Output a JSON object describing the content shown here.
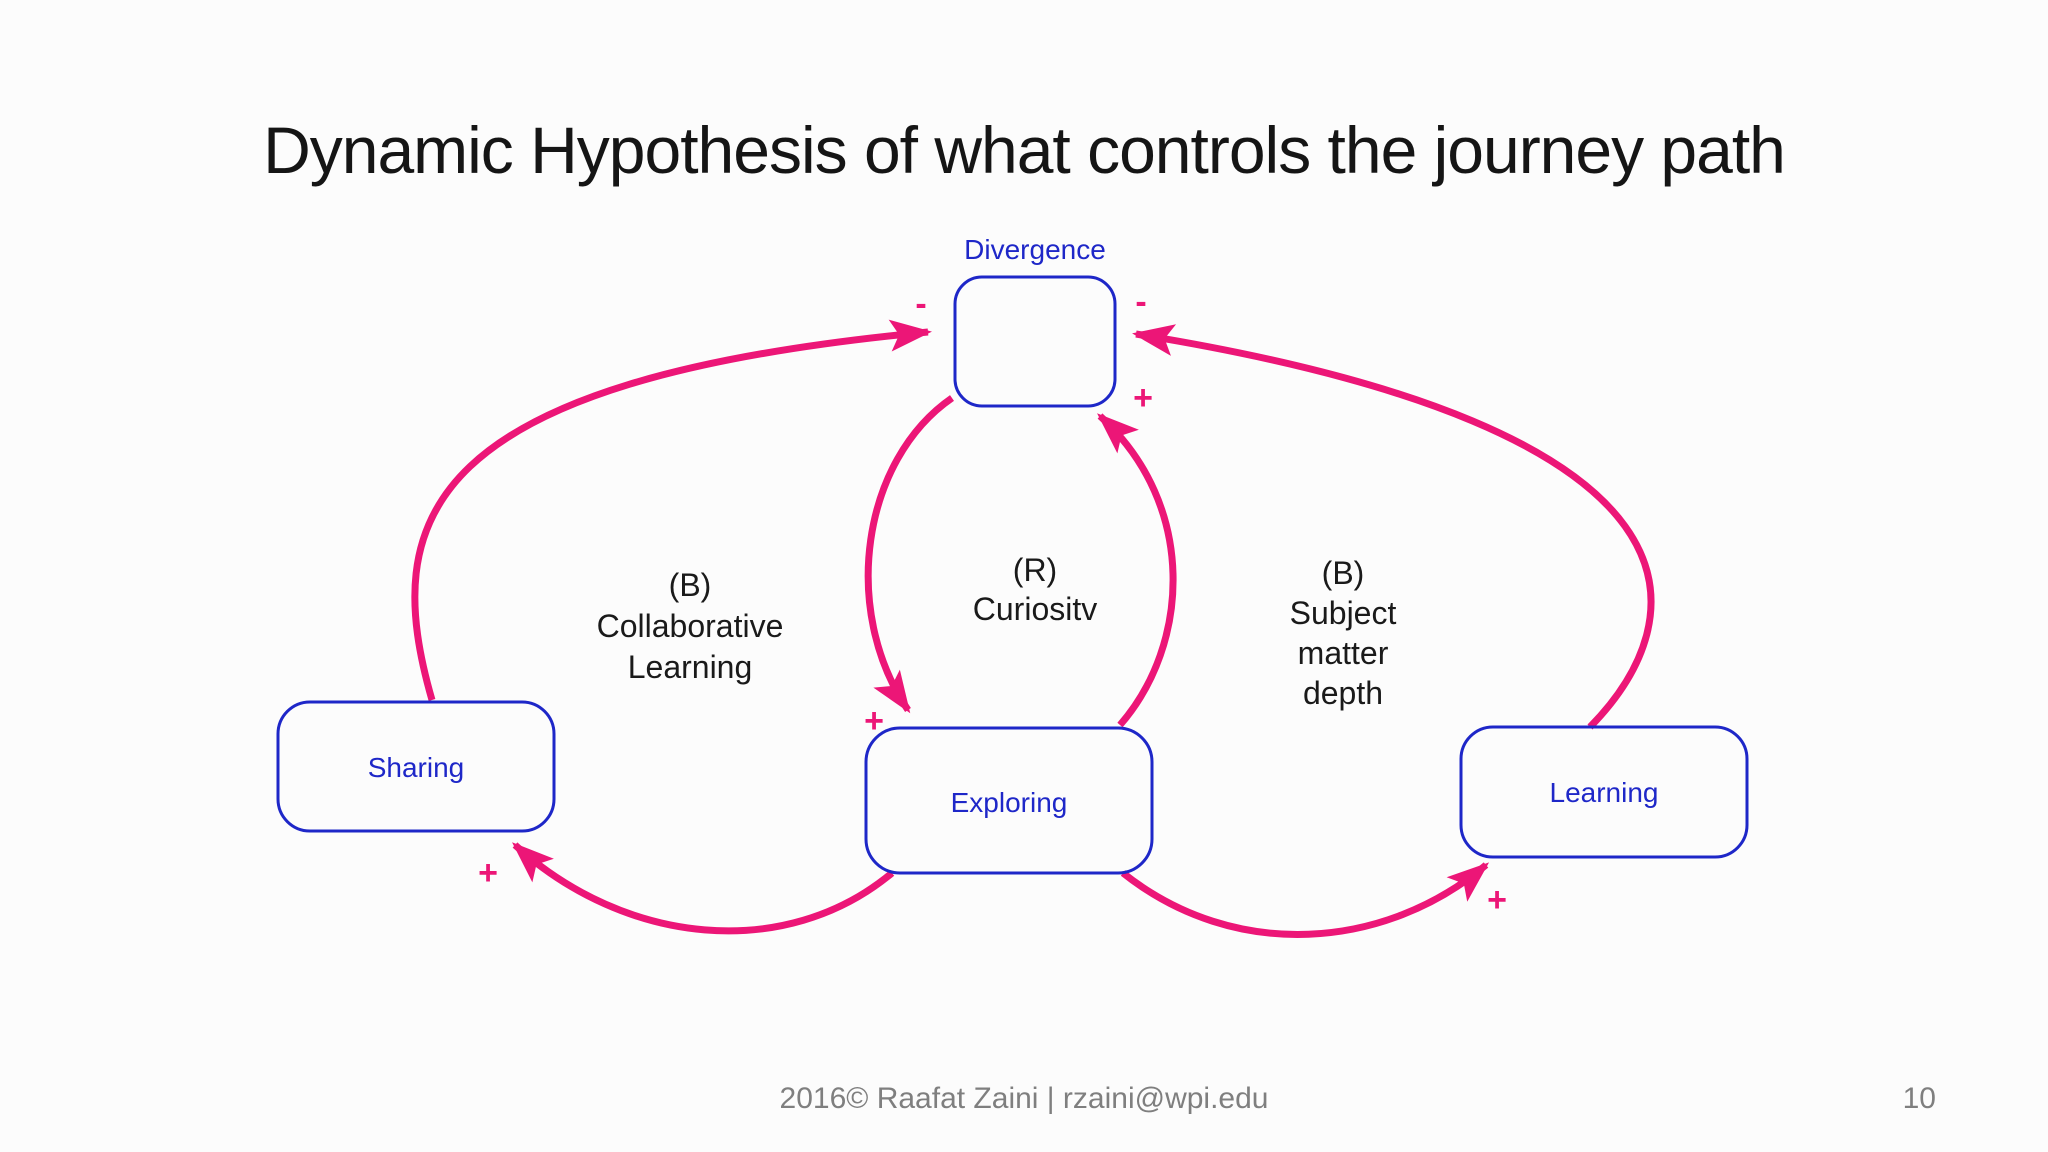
{
  "slide": {
    "title": "Dynamic Hypothesis of what controls the journey path",
    "footer_credit": "2016© Raafat Zaini | rzaini@wpi.edu",
    "page_number": "10"
  },
  "colors": {
    "arrow_pink": "#EC1677",
    "node_blue": "#1E27C8",
    "text_black": "#1A1A1A",
    "footer_gray": "#7F7F7F",
    "background": "#FCFCFC"
  },
  "diagram": {
    "nodes": {
      "divergence": {
        "label": "Divergence"
      },
      "sharing": {
        "label": "Sharing"
      },
      "exploring": {
        "label": "Exploring"
      },
      "learning": {
        "label": "Learning"
      }
    },
    "loops": {
      "collaborative_learning": {
        "line1": "(B)",
        "line2": "Collaborative",
        "line3": "Learning"
      },
      "curiosity": {
        "line1": "(R)",
        "line2": "Curiositv"
      },
      "subject_matter_depth": {
        "line1": "(B)",
        "line2": "Subject",
        "line3": "matter",
        "line4": "depth"
      }
    },
    "links": {
      "sharing_to_divergence": {
        "polarity": "-"
      },
      "learning_to_divergence": {
        "polarity": "-"
      },
      "divergence_to_exploring": {
        "polarity": "+"
      },
      "exploring_to_divergence": {
        "polarity": "+"
      },
      "exploring_to_sharing": {
        "polarity": "+"
      },
      "exploring_to_learning": {
        "polarity": "+"
      }
    }
  }
}
